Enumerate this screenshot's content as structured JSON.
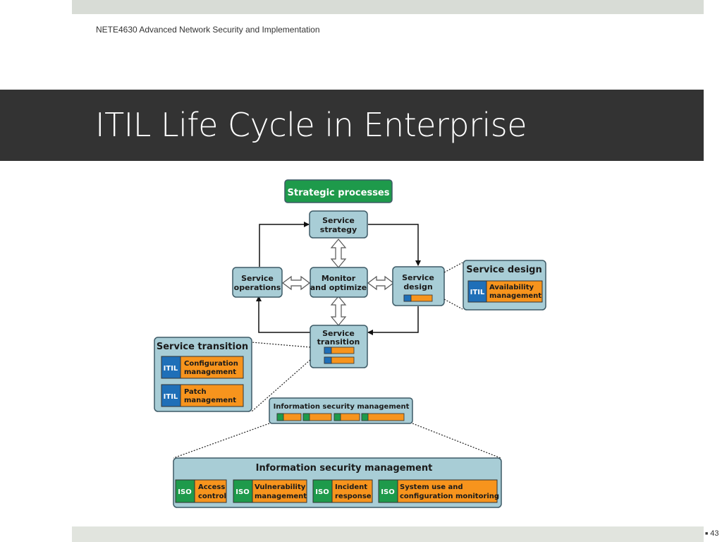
{
  "header": {
    "course": "NETE4630 Advanced Network Security and Implementation"
  },
  "slide": {
    "title": "ITIL Life Cycle in Enterprise",
    "page_number": "43"
  },
  "diagram": {
    "strategic_processes": "Strategic processes",
    "service_strategy": [
      "Service",
      "strategy"
    ],
    "service_operations": [
      "Service",
      "operations"
    ],
    "monitor_optimize": [
      "Monitor",
      "and optimize"
    ],
    "service_design": [
      "Service",
      "design"
    ],
    "service_transition": [
      "Service",
      "transition"
    ],
    "design_panel": {
      "title": "Service design",
      "items": [
        {
          "tag": "ITIL",
          "label": [
            "Availability",
            "management"
          ]
        }
      ]
    },
    "transition_panel": {
      "title": "Service transition",
      "items": [
        {
          "tag": "ITIL",
          "label": [
            "Configuration",
            "management"
          ]
        },
        {
          "tag": "ITIL",
          "label": [
            "Patch",
            "management"
          ]
        }
      ]
    },
    "ism_small": "Information security management",
    "ism_panel": {
      "title": "Information security management",
      "items": [
        {
          "tag": "ISO",
          "label": [
            "Access",
            "control"
          ]
        },
        {
          "tag": "ISO",
          "label": [
            "Vulnerability",
            "management"
          ]
        },
        {
          "tag": "ISO",
          "label": [
            "Incident",
            "response"
          ]
        },
        {
          "tag": "ISO",
          "label": [
            "System use and",
            "configuration monitoring"
          ]
        }
      ]
    },
    "colors": {
      "box": "#a8cdd6",
      "border": "#3d5a66",
      "green": "#1e9a4b",
      "blue": "#1f6fb8",
      "orange": "#f7941d"
    }
  }
}
